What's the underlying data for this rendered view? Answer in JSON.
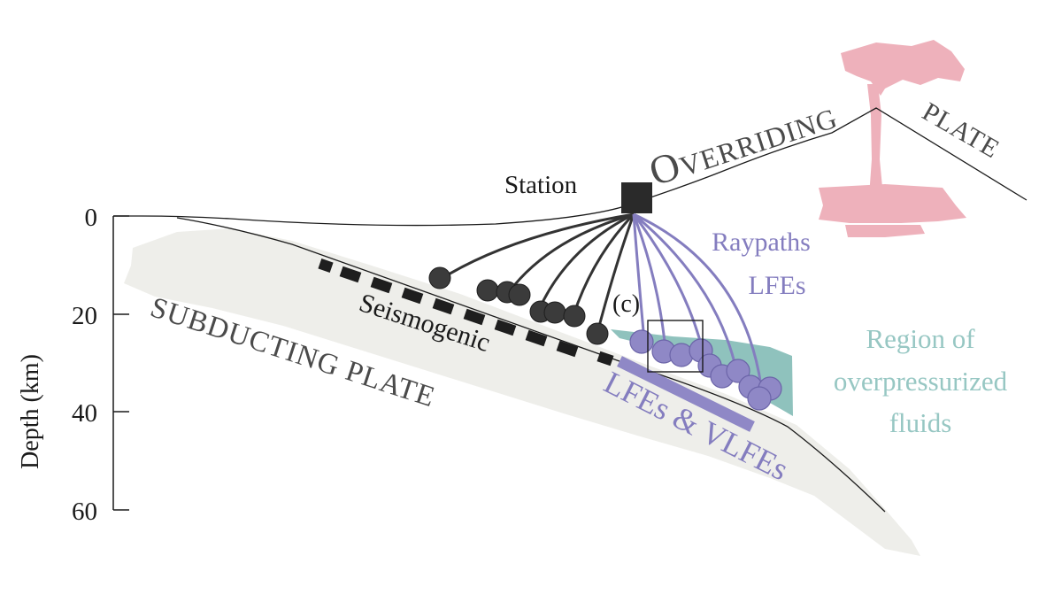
{
  "axis": {
    "label": "Depth (km)",
    "ticks": [
      "0",
      "20",
      "40",
      "60"
    ]
  },
  "labels": {
    "station": "Station",
    "overriding_o": "O",
    "overriding_rest": "VERRIDING",
    "plate_upper": "PLATE",
    "subducting": "SUBDUCTING PLATE",
    "seismogenic": "Seismogenic",
    "raypaths_line1": "Raypaths",
    "raypaths_line2": "LFEs",
    "inset_marker": "(c)",
    "lfes_vlfes": "LFEs & VLFEs",
    "fluids_line1": "Region of",
    "fluids_line2": "overpressurized",
    "fluids_line3": "fluids"
  },
  "colors": {
    "subducting_fill": "#eeeeea",
    "seismogenic_dash": "#1e1e1e",
    "earthquake_fill": "#3b3b3b",
    "lfe_fill": "#8f88c6",
    "lfe_stroke": "#6b64a8",
    "raypath_lfe": "#847dbf",
    "raypath_eq": "#333333",
    "fluids_fill": "#8fc2bd",
    "fluids_text": "#97c7c3",
    "volcano_pink": "#eeb1bb",
    "text_dark": "#1a1a1a",
    "text_gray": "#4a4a4a"
  }
}
